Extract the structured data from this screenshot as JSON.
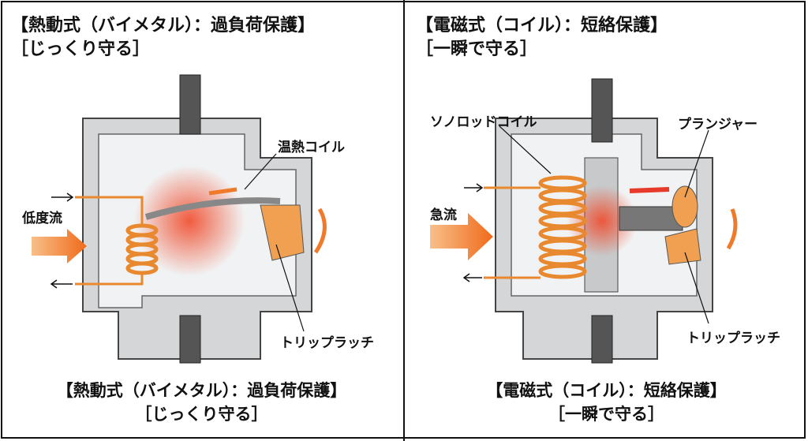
{
  "thermal": {
    "title": "【熱動式（バイメタル）：過負荷保護】",
    "subtitle": "［じっくり守る］",
    "labels": {
      "coil": "温熱コイル",
      "current": "低度流",
      "latch": "トリップラッチ"
    },
    "caption": "【熱動式（バイメタル）：過負荷保護】",
    "caption_sub": "［じっくり守る］"
  },
  "magnetic": {
    "title": "【電磁式（コイル）：短絡保護】",
    "subtitle": "［一瞬で守る］",
    "labels": {
      "coil": "ソノロッドコイル",
      "plunger": "プランジャー",
      "current": "急流",
      "latch": "トリップラッチ"
    },
    "caption": "【電磁式（コイル）：短絡保護】",
    "caption_sub": "［一瞬で守る］"
  },
  "colors": {
    "housing": "#d4d6d8",
    "coil": "#e8892f",
    "heat": "#f04a2a",
    "arrow": "#f07a2a"
  }
}
